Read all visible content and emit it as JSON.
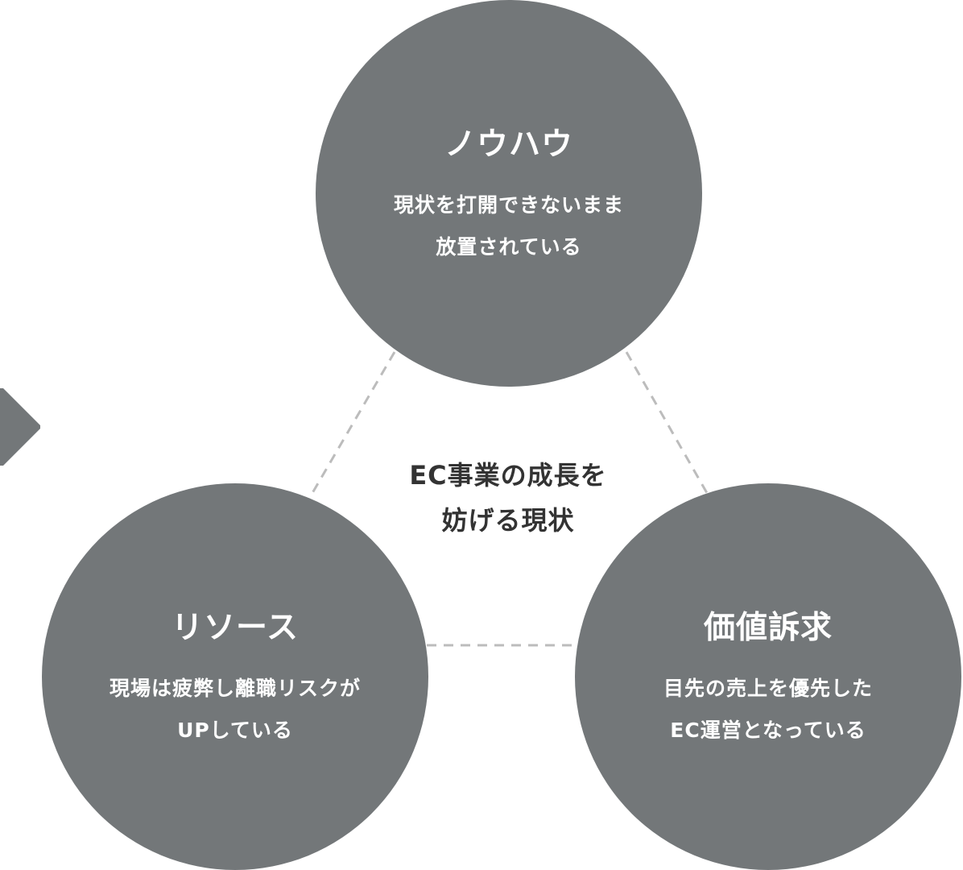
{
  "diagram": {
    "center": {
      "line1": "EC事業の成長を",
      "line2": "妨げる現状"
    },
    "nodes": {
      "knowhow": {
        "title": "ノウハウ",
        "desc_line1": "現状を打開できないまま",
        "desc_line2": "放置されている"
      },
      "resource": {
        "title": "リソース",
        "desc_line1": "現場は疲弊し離職リスクが",
        "desc_line2": "UPしている"
      },
      "value": {
        "title": "価値訴求",
        "desc_line1": "目先の売上を優先した",
        "desc_line2": "EC運営となっている"
      }
    },
    "colors": {
      "circle_fill": "#737779",
      "connector": "#bcbcbc",
      "center_text": "#333333",
      "arrow": "#737779"
    }
  }
}
